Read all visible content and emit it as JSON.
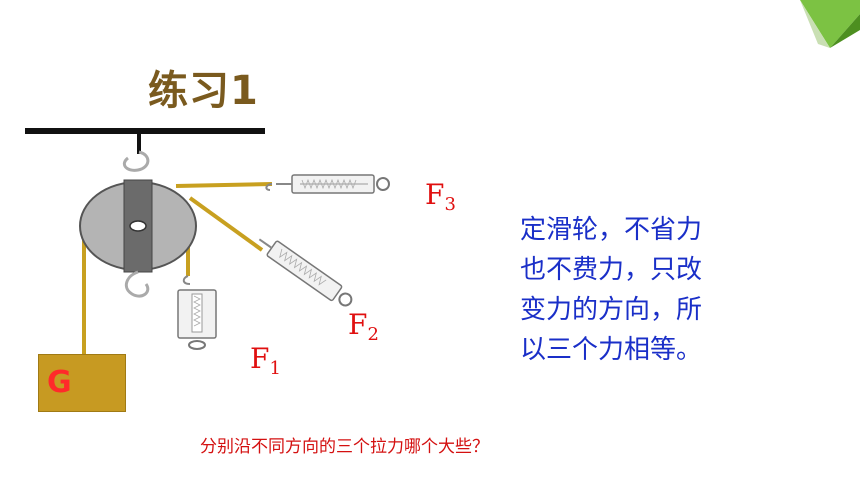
{
  "slide": {
    "title": "练习1",
    "labels": {
      "f1_main": "F",
      "f1_sub": "1",
      "f2_main": "F",
      "f2_sub": "2",
      "f3_main": "F",
      "f3_sub": "3",
      "weight": "G"
    },
    "explanation": [
      "定滑轮，不省力",
      "也不费力，只改",
      "变力的方向，所",
      "以三个力相等。"
    ],
    "question": "分别沿不同方向的三个拉力哪个大些？"
  },
  "colors": {
    "title": "#7a5a1e",
    "rope": "#c8a020",
    "force_label": "#e01010",
    "explanation": "#1a2fc8",
    "question": "#d41010",
    "weight_block": "#c79a22"
  }
}
